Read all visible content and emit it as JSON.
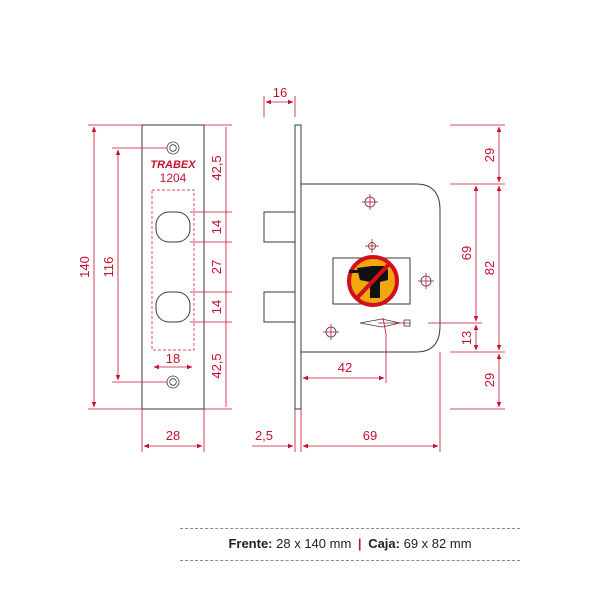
{
  "labels": {
    "brand": "TRABEX",
    "model": "1204"
  },
  "dimensions": {
    "face_width": "28",
    "face_height": "140",
    "screw_spacing": "116",
    "hole_width": "18",
    "top_to_hole": "42,5",
    "hole1_height": "14",
    "between_holes": "27",
    "hole2_height": "14",
    "bottom_to_hole": "42,5",
    "thickness": "16",
    "plate_thickness": "2,5",
    "body_depth": "69",
    "backset": "42",
    "right_top": "29",
    "right_mid": "69",
    "right_low": "13",
    "right_bottom": "29",
    "body_height": "82"
  },
  "caption": {
    "front_label": "Frente:",
    "front_value": "28 x 140 mm",
    "separator": "|",
    "case_label": "Caja:",
    "case_value": "69 x 82 mm"
  },
  "colors": {
    "dimension": "#c8102e",
    "outline": "#3a3a3a",
    "no_drill_bg": "#f2a60f",
    "no_drill_ring": "#d0101a"
  },
  "icons": {
    "no_drill": "no-drill-icon"
  }
}
